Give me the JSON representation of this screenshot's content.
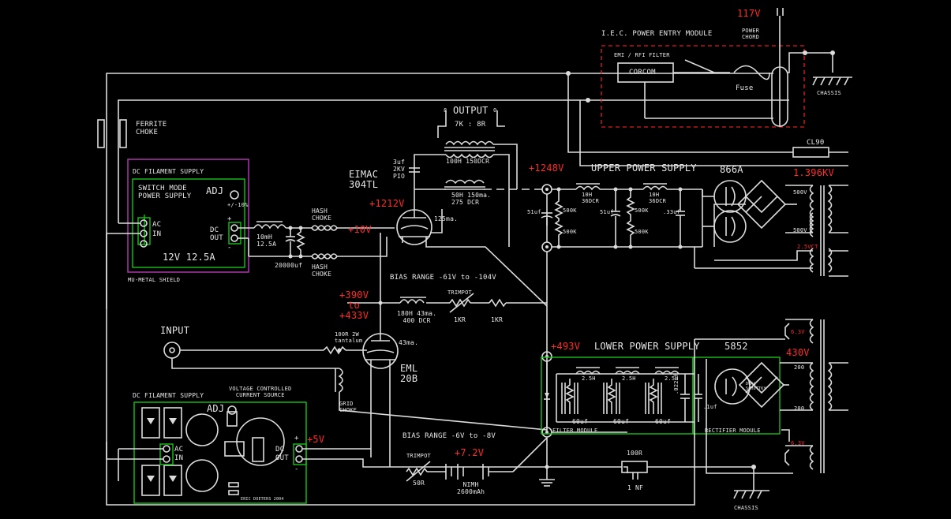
{
  "labels": {
    "v117": "117V",
    "power_chord": "POWER\nCHORD",
    "iec_module": "I.E.C. POWER ENTRY MODULE",
    "emi_filter": "EMI / RFI FILTER",
    "corcom": "CORCOM",
    "fuse": "Fuse",
    "chassis_top": "CHASSIS",
    "cl90": "CL90",
    "v1396": "1.396KV",
    "ferrite_choke": "FERRITE\nCHOKE",
    "dc_fil_top": "DC FILAMENT SUPPLY",
    "smps": "SWITCH MODE\nPOWER SUPPLY",
    "adj_top": "ADJ",
    "pm10": "+/-10%",
    "ac_in_top": "AC\nIN",
    "dc_out_top": "DC\nOUT",
    "spec_12v": "12V  12.5A",
    "mu_shield": "MU-METAL SHIELD",
    "ind_10mh": "10mH\n12.5A",
    "cap_20000": "20000uf",
    "hash_choke_1": "HASH\nCHOKE",
    "hash_choke_2": "HASH\nCHOKE",
    "v10": "+10V",
    "output": "OUTPUT",
    "out_8": "8",
    "out_0": "0",
    "out_ratio": "7K : 8R",
    "out_100h": "100H 150DCR",
    "cap_3uf": "3uf\n2KV\nPIO",
    "eimac": "EIMAC\n304TL",
    "v1212": "+1212V",
    "choke_50h": "50H 150ma.\n275 DCR",
    "ma125": "125ma.",
    "v1248": "+1248V",
    "upper_ps": "UPPER POWER SUPPLY",
    "choke_10h_1": "10H\n36DCR",
    "choke_10h_2": "10H\n36DCR",
    "cap_51uf_1": "51uf",
    "cap_51uf_2": "51uf",
    "cap_33uf": ".33uf",
    "res_500k_1": "500K",
    "res_500k_2": "500K",
    "res_500k_3": "500K",
    "res_500k_4": "500K",
    "tube_866a": "866A",
    "tap_500v_1": "500V",
    "tap_500v_2": "500V",
    "tap_25vct": "2.5VCT",
    "bias_range_1": "BIAS RANGE -61V to -104V",
    "v390": "+390V\nto\n+433V",
    "choke_180h": "180H 43ma.\n400 DCR",
    "trimpot_1": "TRIMPOT",
    "r1kr_1": "1KR",
    "r1kr_2": "1KR",
    "input": "INPUT",
    "r100": "100R 2W\ntantalum",
    "ma43": "43ma.",
    "eml": "EML\n20B",
    "grid_choke": "GRID\nCHOKE",
    "v493": "+493V",
    "lower_ps": "LOWER POWER SUPPLY",
    "tube_5852": "5852",
    "v63_1": "6.3V",
    "v430": "430V",
    "tap_200_1": "200",
    "tap_200_2": "200",
    "v63_2": "6.3V",
    "h25_1": "2.5H",
    "h25_2": "2.5H",
    "h25_3": "2.5H",
    "c60_1": "60uf",
    "c60_2": "60uf",
    "c60_3": "60uf",
    "c022": ".022uf",
    "c1uf": ".1uf",
    "filter_module": "FILTER MODULE",
    "rectifier_module": "RECTIFIER MODULE",
    "dual_schottky": "DUAL\nSCHOTTKY",
    "dc_fil_bot": "DC FILAMENT SUPPLY",
    "vccs": "VOLTAGE CONTROLLED\nCURRENT SOURCE",
    "adj_bot": "ADJ",
    "ac_in_bot": "AC\nIN",
    "dc_out_bot": "DC\nOUT",
    "v5": "+5V",
    "board_credit": "ERIC DOETERS 2004",
    "bias_range_2": "BIAS RANGE -6V to -8V",
    "v72": "+7.2V",
    "trimpot_2": "TRIMPOT",
    "r50": "50R",
    "nimh": "NIMH\n2600mAh",
    "r100r": "100R",
    "c1nf": "1 NF",
    "chassis_bot": "CHASSIS",
    "pin_plus_1": "+",
    "pin_minus_1": "-",
    "pin_plus_2": "+",
    "pin_minus_2": "-"
  },
  "colors": {
    "wire": "#dcdcdc",
    "voltage": "#ff2a2a",
    "module_green": "#19c019",
    "shield_magenta": "#b43cb4",
    "iec_red": "#e01e1e",
    "background": "#000000"
  }
}
